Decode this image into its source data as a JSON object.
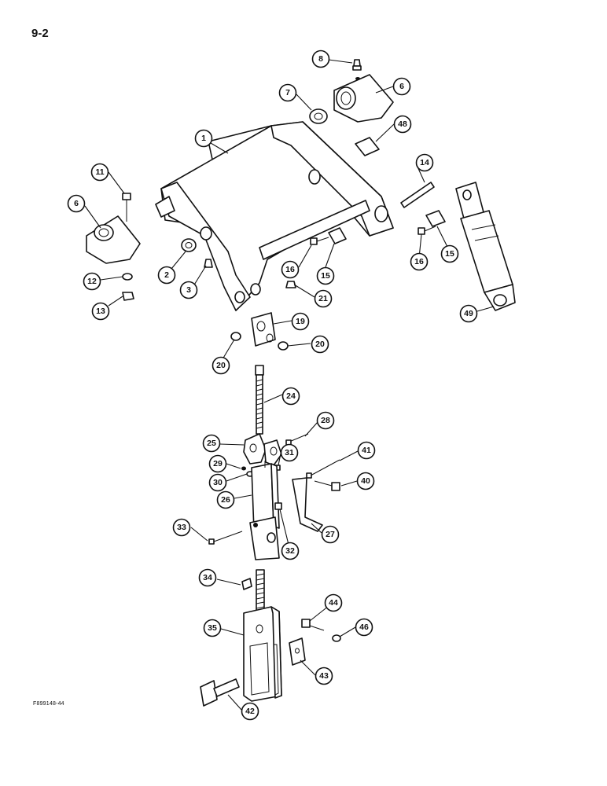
{
  "page_number": "9-2",
  "figure_code": "F899148-44",
  "callouts": [
    {
      "id": "c8",
      "label": "8"
    },
    {
      "id": "c6a",
      "label": "6"
    },
    {
      "id": "c7",
      "label": "7"
    },
    {
      "id": "c48",
      "label": "48"
    },
    {
      "id": "c1",
      "label": "1"
    },
    {
      "id": "c14",
      "label": "14"
    },
    {
      "id": "c11",
      "label": "11"
    },
    {
      "id": "c6b",
      "label": "6"
    },
    {
      "id": "c16a",
      "label": "16"
    },
    {
      "id": "c15a",
      "label": "15"
    },
    {
      "id": "c16b",
      "label": "16"
    },
    {
      "id": "c15b",
      "label": "15"
    },
    {
      "id": "c2",
      "label": "2"
    },
    {
      "id": "c12",
      "label": "12"
    },
    {
      "id": "c3",
      "label": "3"
    },
    {
      "id": "c13",
      "label": "13"
    },
    {
      "id": "c21",
      "label": "21"
    },
    {
      "id": "c49",
      "label": "49"
    },
    {
      "id": "c19",
      "label": "19"
    },
    {
      "id": "c20a",
      "label": "20"
    },
    {
      "id": "c20b",
      "label": "20"
    },
    {
      "id": "c24",
      "label": "24"
    },
    {
      "id": "c28",
      "label": "28"
    },
    {
      "id": "c25",
      "label": "25"
    },
    {
      "id": "c41",
      "label": "41"
    },
    {
      "id": "c29",
      "label": "29"
    },
    {
      "id": "c31",
      "label": "31"
    },
    {
      "id": "c30",
      "label": "30"
    },
    {
      "id": "c40",
      "label": "40"
    },
    {
      "id": "c26",
      "label": "26"
    },
    {
      "id": "c33",
      "label": "33"
    },
    {
      "id": "c27",
      "label": "27"
    },
    {
      "id": "c32",
      "label": "32"
    },
    {
      "id": "c34",
      "label": "34"
    },
    {
      "id": "c44",
      "label": "44"
    },
    {
      "id": "c46",
      "label": "46"
    },
    {
      "id": "c35",
      "label": "35"
    },
    {
      "id": "c43",
      "label": "43"
    },
    {
      "id": "c42",
      "label": "42"
    }
  ]
}
